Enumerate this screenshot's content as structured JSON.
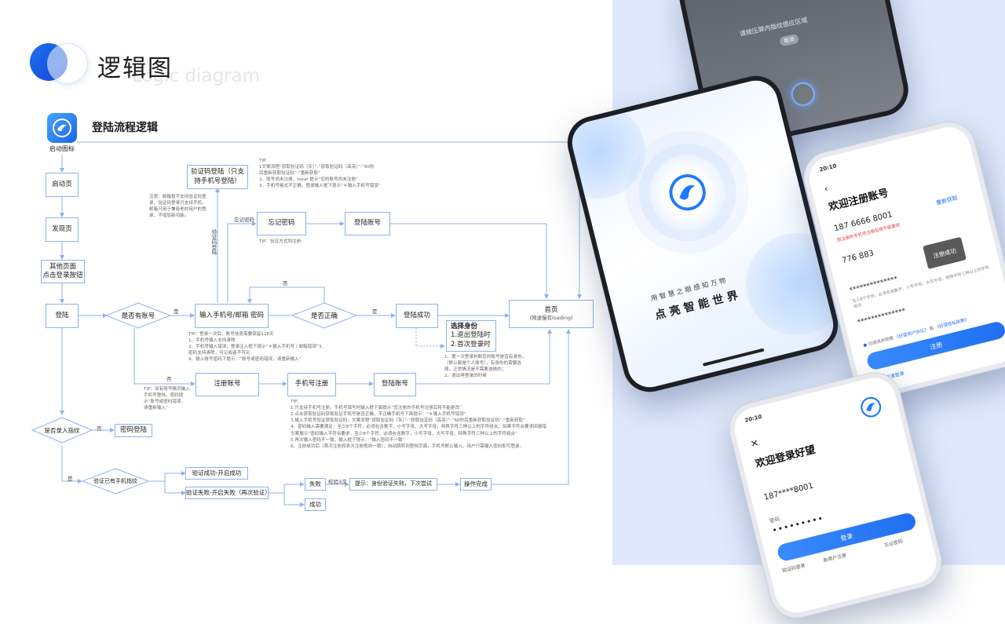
{
  "header": {
    "title": "逻辑图",
    "subtitle": "Logic diagram"
  },
  "flow": {
    "title": "登陆流程逻辑",
    "nodes": {
      "app_icon": "启动图标",
      "launch_page": "启动页",
      "discover_page": "发现页",
      "other_pages": "其他页面\n点击登录按钮",
      "login": "登陆",
      "has_account": "是否有账号",
      "input_phone": "输入手机号/邮箱 密码",
      "is_correct": "是否正确",
      "login_success": "登陆成功",
      "home": "首页",
      "home_sub": "(网速慢有loading)",
      "sms_login": "验证码登陆（只支持手机号登陆）",
      "forgot_pwd": "忘记密码",
      "login_account_top": "登陆账号",
      "select_identity_title": "选择身份",
      "select_identity_1": "1.退出登陆时",
      "select_identity_2": "2.首次登录时",
      "register": "注册账号",
      "phone_register": "手机号注册",
      "login_account_bottom": "登陆账号",
      "fingerprint_entered": "是否录入指纹",
      "password_login": "密码登陆",
      "has_fingerprint": "验证已有手机指纹",
      "verify_success": "验证成功-开启成功",
      "verify_fail": "验证失败-开启失败（再次验证）",
      "fail": "失败",
      "success": "成功",
      "hint_retry": "提示：身份验证失败，下次尝试",
      "done": "操作完成"
    },
    "labels": {
      "yes1": "是",
      "no1": "否",
      "yes2": "是",
      "no2": "否",
      "no3": "否",
      "yes3": "是",
      "forgot_label": "忘记密码",
      "sms_vertical": "验证码登陆",
      "verify3": "校验3次"
    },
    "notes": {
      "sms_tip": "TIP：\n1文案流程“获取验证码（灰）”-“获取验证码（高亮）”-“60秒\n后重新获取验证码”-“重新获取”\n2、账号尚未注册，tosat 提示“您的账号尚未注册”\n3、手机号格式不正确，登录输入框下提示“＊输入手机号错误”",
      "note_left": "注意：邮箱暂不支持验证码登\n录，验证码登录只支持手机。\n邮箱只用于兼容老的用户的登\n录，不增加新功能。",
      "forgot_tip": "TIP：验证方式同注册",
      "login_tip": "TIP：登录一次后，账号信息需要保留128天\n1、手机号输入支持清除\n2、手机号输入错误，登录注入框下提示“＊输入手机号 / 邮箱错误”3、\n密码支持清除，可见或者不可见\n4、输入账号密码下提示：“账号或密码错误，请重新输入”",
      "identity_tip": "1、第一次登录判断您的账号是否有身份，\n（默认都是个人账号），有身份的需要选\n择。正常情况是不需要选择的；\n2、退出再登录的时候",
      "register_tip": "TIP：没有账号情况输入\n手机号登陆，密码提\n示“账号或密码错误，\n请重新输入”",
      "phone_tip": "TIP：\n1.只支持手机号注册，手机号填写时输入框下面提示“您注册的手机号注册后将不能更改”\n2.点击获取验证码获取验证手机号是否正确，不正确手机号下面提示：“＊输入手机号错误”\n3.输入手机号验证获取验证码，文案流程“获取验证码（灰）”-“获取验证码（高亮）”-“60秒后重新获取验证码”-“重新获取”\n4、密码输入需要满足：至少8个字符，必须包含数字、小写字母、大写字母，特殊字符三种以上的字符组合；如果不符合要求回报错\n文案展示“密码输入不符合要求，至少8个字符，必须包含数字，小写字母，大写字母，特殊字符三种以上的字符组合”\n5.再次输入密码不一致，输入框下提示：“输入密码不一致”\n6、注册成功后（首次注册和多次注册规则一致），自动跳转到登陆页面，手机号默认输入，用户只需输入密码即可登录。"
    }
  },
  "phones": {
    "top_hint": "请按压屏内指纹感应区域",
    "top_button": "取消",
    "splash_line1": "用 智 慧 之 眼 感 知 万 物",
    "splash_line2": "点 亮 智 能 世 界",
    "register_screen": {
      "time": "20:10",
      "title": "欢迎注册账号",
      "phone": "187 6666 8001",
      "phone_hint": "您注册的手机号注册后将不能更改",
      "resend": "重新获取",
      "code": "776 883",
      "pwd1": "**************",
      "pwd_hint": "至少8个字符，必须包含数字、小写字母、大写字母，特殊字符三种以上的字符组合",
      "pwd2": "**************",
      "toast": "注册成功",
      "agree_prefix": "已阅读并同意",
      "agree_link1": "《好望用户协议》",
      "agree_and": "和",
      "agree_link2": "《好望隐私政策》",
      "register_btn": "注册",
      "has_account": "已有账户请登录"
    },
    "login_screen": {
      "time": "20:10",
      "title": "欢迎登录好望",
      "phone": "187****8001",
      "pwd_label": "密码",
      "pwd_dots": "•••••••••",
      "login_btn": "登录",
      "new_user": "新用户注册",
      "forgot": "忘记密码",
      "sms": "验证码登录"
    }
  },
  "colors": {
    "accent": "#1f6ff0",
    "line": "#8fb2ea",
    "panel": "#dfe9fb"
  }
}
